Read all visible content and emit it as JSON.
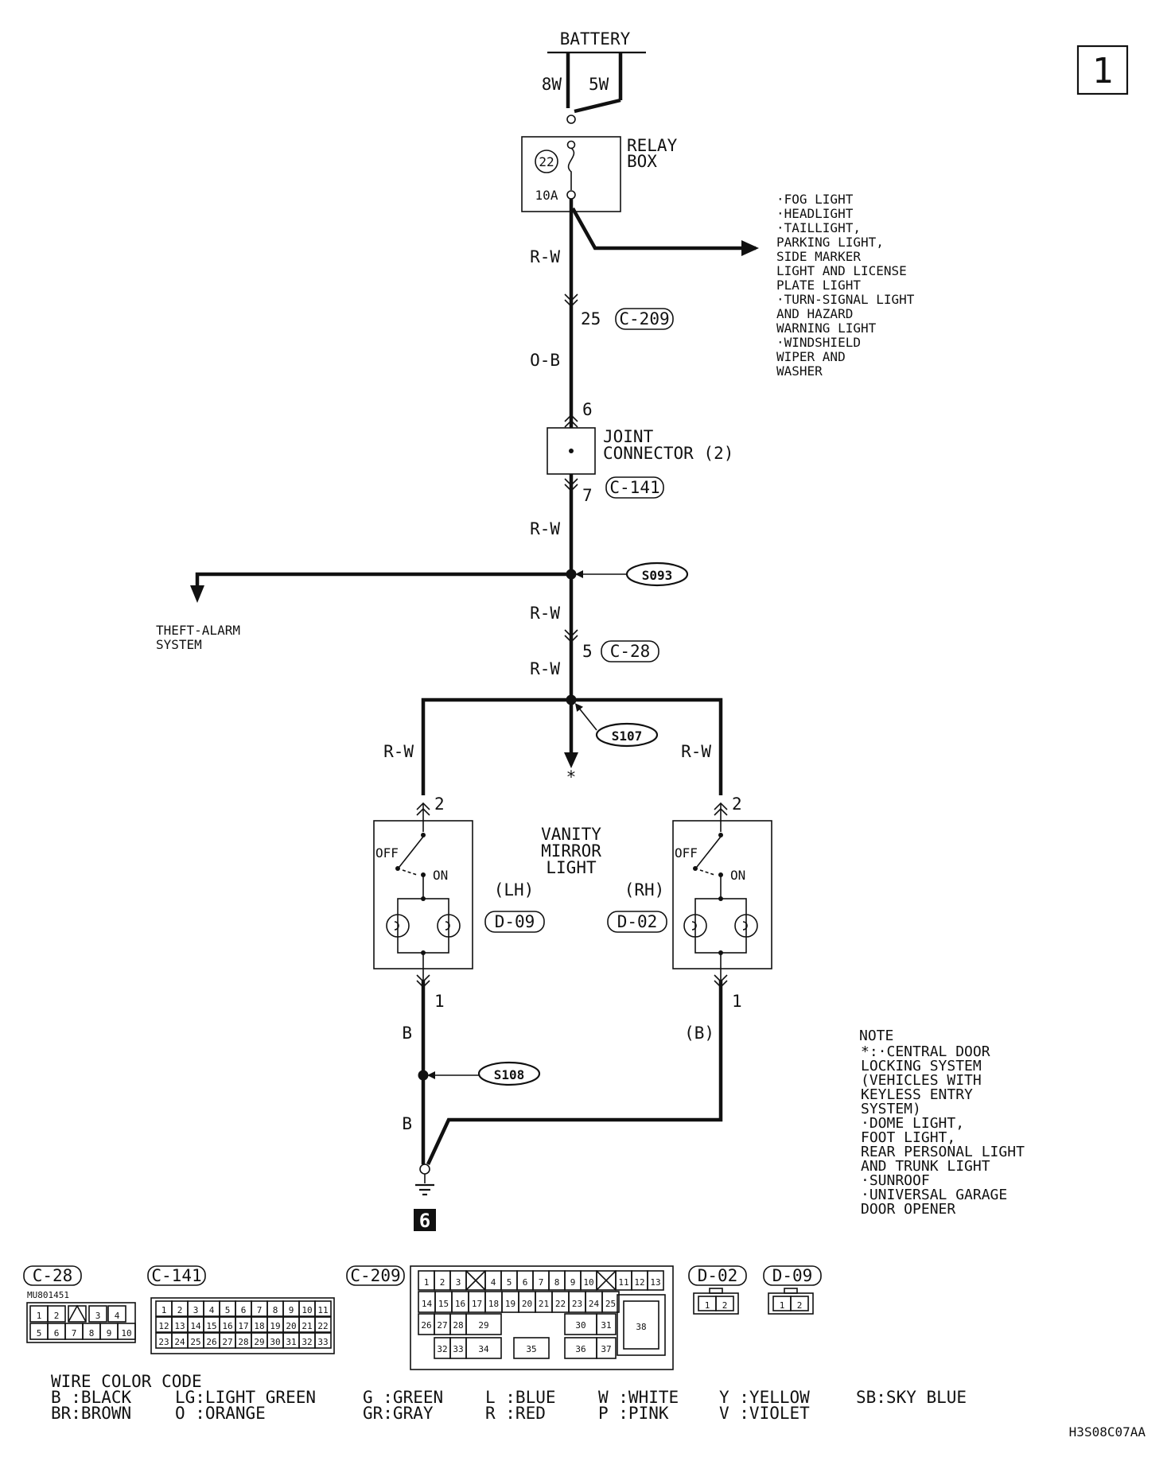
{
  "page_number": "1",
  "diagram_code": "H3S08C07AA",
  "battery": {
    "label": "BATTERY",
    "wire_left": "8W",
    "wire_right": "5W"
  },
  "relay_box": {
    "label_line1": "RELAY",
    "label_line2": "BOX",
    "fuse_number": "22",
    "fuse_rating": "10A"
  },
  "branch_list": [
    "·FOG LIGHT",
    "·HEADLIGHT",
    "·TAILLIGHT,",
    " PARKING LIGHT,",
    " SIDE MARKER",
    " LIGHT AND LICENSE",
    " PLATE LIGHT",
    "·TURN-SIGNAL LIGHT",
    " AND HAZARD",
    " WARNING LIGHT",
    "·WINDSHIELD",
    " WIPER AND",
    " WASHER"
  ],
  "wires": {
    "w1": "R-W",
    "w2": "O-B",
    "w3": "R-W",
    "w4": "R-W",
    "w5": "R-W",
    "w_lh": "R-W",
    "w_rh": "R-W",
    "gnd_lh1": "B",
    "gnd_lh2": "B",
    "gnd_rh": "(B)"
  },
  "pins": {
    "c209_pin": "25",
    "jc_in": "6",
    "jc_out": "7",
    "c28_pin": "5",
    "lh_top": "2",
    "rh_top": "2",
    "lh_bot": "1",
    "rh_bot": "1"
  },
  "connectors": {
    "c209": "C-209",
    "c141": "C-141",
    "c28": "C-28",
    "d09": "D-09",
    "d02": "D-02"
  },
  "joint_connector": {
    "line1": "JOINT",
    "line2": "CONNECTOR (2)"
  },
  "splices": {
    "s093": "S093",
    "s107": "S107",
    "s108": "S108"
  },
  "theft_alarm": {
    "line1": "THEFT-ALARM",
    "line2": "SYSTEM"
  },
  "star_mark": "*",
  "vanity": {
    "line1": "VANITY",
    "line2": "MIRROR",
    "line3": "LIGHT",
    "lh": "(LH)",
    "rh": "(RH)",
    "off": "OFF",
    "on": "ON"
  },
  "ground_number": "6",
  "note": {
    "title": "NOTE",
    "lines": [
      "*:·CENTRAL DOOR",
      "   LOCKING SYSTEM",
      "   (VEHICLES WITH",
      "    KEYLESS ENTRY",
      "    SYSTEM)",
      "  ·DOME LIGHT,",
      "   FOOT LIGHT,",
      "   REAR PERSONAL LIGHT",
      "   AND TRUNK LIGHT",
      "  ·SUNROOF",
      "  ·UNIVERSAL GARAGE",
      "   DOOR OPENER"
    ]
  },
  "bottom_connectors": {
    "c28_label": "C-28",
    "c28_part": "MU801451",
    "c28_row1": [
      "1",
      "2",
      "",
      "3",
      "4"
    ],
    "c28_row2": [
      "5",
      "6",
      "7",
      "8",
      "9",
      "10"
    ],
    "c141_label": "C-141",
    "c141_rows": [
      [
        "1",
        "2",
        "3",
        "4",
        "5",
        "6",
        "7",
        "8",
        "9",
        "10",
        "11"
      ],
      [
        "12",
        "13",
        "14",
        "15",
        "16",
        "17",
        "18",
        "19",
        "20",
        "21",
        "22"
      ],
      [
        "23",
        "24",
        "25",
        "26",
        "27",
        "28",
        "29",
        "30",
        "31",
        "32",
        "33"
      ]
    ],
    "c209_label": "C-209",
    "c209_row1": [
      "1",
      "2",
      "3",
      "4",
      "5",
      "6",
      "7",
      "8",
      "9",
      "10",
      "11",
      "12",
      "13"
    ],
    "c209_row2": [
      "14",
      "15",
      "16",
      "17",
      "18",
      "19",
      "20",
      "21",
      "22",
      "23",
      "24",
      "25"
    ],
    "c209_row3": [
      "26",
      "27",
      "28",
      "29",
      "30",
      "31",
      "38"
    ],
    "c209_row4": [
      "32",
      "33",
      "34",
      "35",
      "36",
      "37"
    ],
    "d02_label": "D-02",
    "d09_label": "D-09",
    "d_pins": [
      "1",
      "2"
    ]
  },
  "wire_color_code": {
    "title": "WIRE COLOR CODE",
    "row1": [
      "B :BLACK",
      "LG:LIGHT GREEN",
      "G :GREEN",
      "L :BLUE",
      "W :WHITE",
      "Y :YELLOW",
      "SB:SKY BLUE"
    ],
    "row2": [
      "BR:BROWN",
      "O :ORANGE",
      "GR:GRAY",
      "R :RED",
      "P :PINK",
      "V :VIOLET"
    ]
  }
}
